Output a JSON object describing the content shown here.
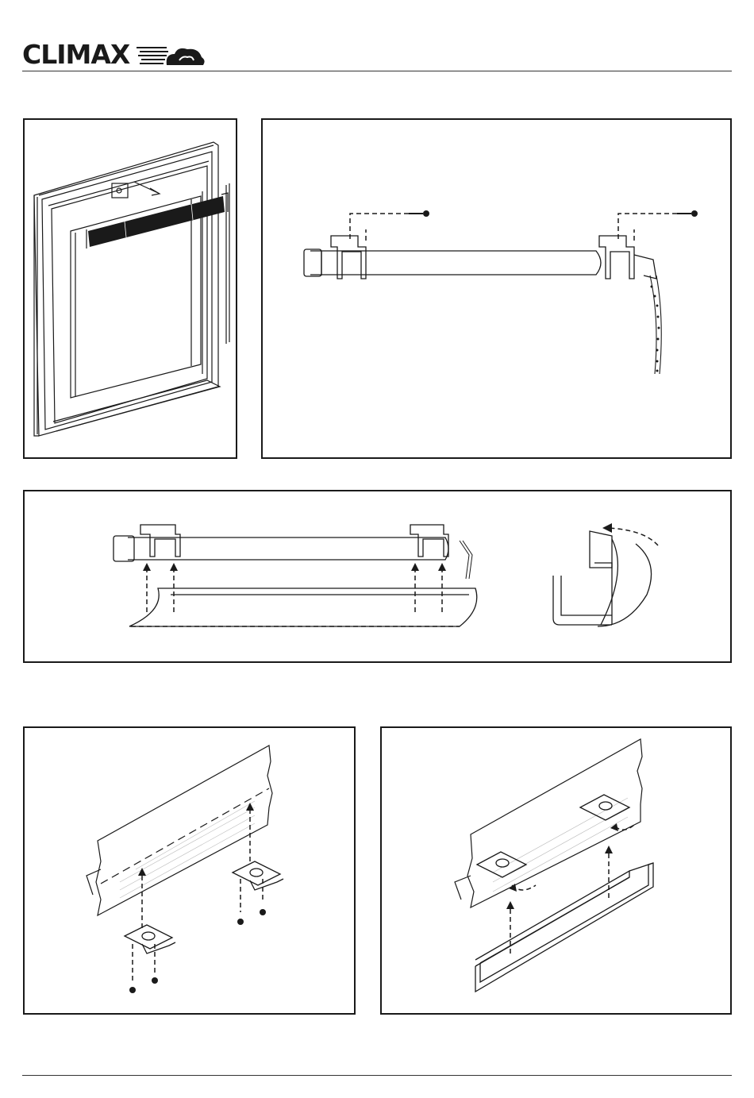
{
  "header": {
    "brand": "CLIMAX",
    "logo_icon": "cloud-icon",
    "line_color": "#1a1a1a"
  },
  "panels": [
    {
      "id": "panel-1",
      "depicts": "window-frame-with-blind-illustration"
    },
    {
      "id": "panel-2",
      "depicts": "brackets-mounted-with-screws-illustration"
    },
    {
      "id": "panel-3",
      "depicts": "valance-clip-on-illustration"
    },
    {
      "id": "panel-4",
      "depicts": "bracket-fixing-to-head-rail-illustration"
    },
    {
      "id": "panel-5",
      "depicts": "valance-channel-fitting-illustration"
    }
  ]
}
